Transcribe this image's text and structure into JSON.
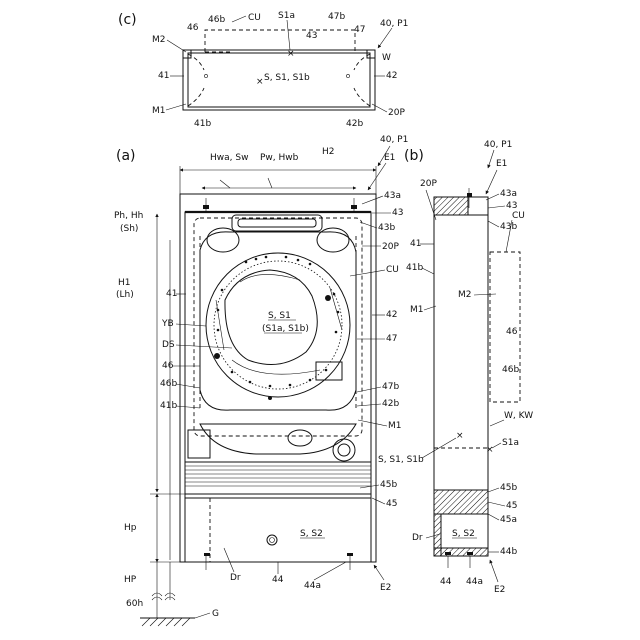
{
  "panel_c": {
    "title": "(c)",
    "labels": {
      "cu": "CU",
      "s1a": "S1a",
      "n46b": "46b",
      "n47b": "47b",
      "n46": "46",
      "n47": "47",
      "n43": "43",
      "n40p1": "40, P1",
      "m2": "M2",
      "w": "W",
      "n41": "41",
      "n42": "42",
      "s": "S, S1, S1b",
      "m1": "M1",
      "n20p": "20P",
      "n41b": "41b",
      "n42b": "42b"
    }
  },
  "panel_a": {
    "title": "(a)",
    "labels": {
      "n40p1": "40, P1",
      "e1": "E1",
      "hwa": "Hwa, Sw",
      "pw": "Pw, Hwb",
      "h2": "H2",
      "n43a": "43a",
      "n43": "43",
      "n43b": "43b",
      "ph": "Ph, Hh",
      "sh": "(Sh)",
      "n20p": "20P",
      "cu": "CU",
      "h1": "H1",
      "lh": "(Lh)",
      "n41": "41",
      "s_s1": "S, S1",
      "s1a_s1b": "(S1a, S1b)",
      "n42": "42",
      "yb": "YB",
      "n47": "47",
      "ds": "DS",
      "n46": "46",
      "n46b": "46b",
      "n47b": "47b",
      "n41b": "41b",
      "n42b": "42b",
      "m1": "M1",
      "n45b": "45b",
      "n45": "45",
      "hp_upper": "Hp",
      "s_s2": "S, S2",
      "hp_lower": "HP",
      "dr": "Dr",
      "n44": "44",
      "n44a": "44a",
      "e2": "E2",
      "h60": "60h",
      "g": "G"
    }
  },
  "panel_b": {
    "title": "(b)",
    "labels": {
      "n40p1": "40, P1",
      "e1": "E1",
      "n43a": "43a",
      "n43": "43",
      "n20p": "20P",
      "cu": "CU",
      "n43b": "43b",
      "n41": "41",
      "n41b": "41b",
      "m2": "M2",
      "m1": "M1",
      "n46": "46",
      "n46b": "46b",
      "wkw": "W, KW",
      "s1a": "S1a",
      "s_s1_s1b": "S, S1, S1b",
      "n45b": "45b",
      "n45": "45",
      "n45a": "45a",
      "dr": "Dr",
      "s_s2": "S, S2",
      "n44b": "44b",
      "n44": "44",
      "n44a": "44a",
      "e2": "E2"
    }
  }
}
